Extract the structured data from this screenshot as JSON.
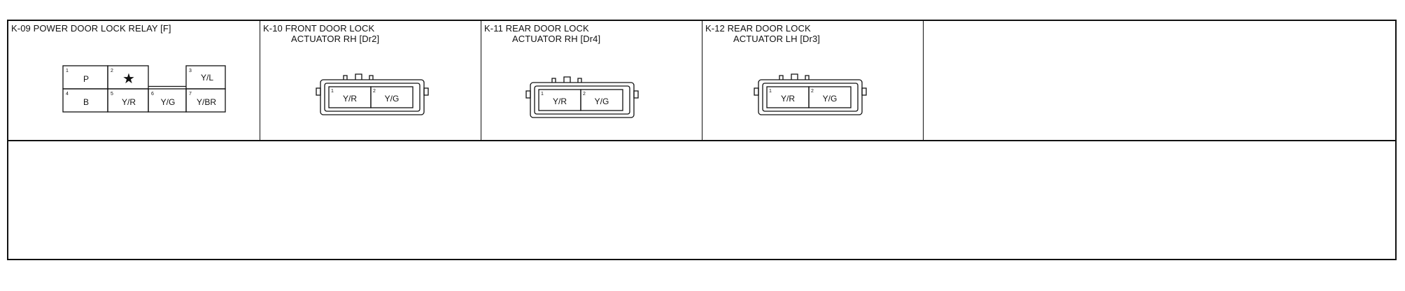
{
  "connectors": [
    {
      "id": "K-09",
      "title_line1": "K-09 POWER DOOR LOCK RELAY [F]",
      "title_line2": "",
      "top_pins": [
        {
          "num": "1",
          "label": "P"
        },
        {
          "num": "2",
          "label": "★"
        },
        {
          "num": "3",
          "label": "Y/L"
        }
      ],
      "bottom_pins": [
        {
          "num": "4",
          "label": "B"
        },
        {
          "num": "5",
          "label": "Y/R"
        },
        {
          "num": "6",
          "label": "Y/G"
        },
        {
          "num": "7",
          "label": "Y/BR"
        }
      ]
    },
    {
      "id": "K-10",
      "title_line1": "K-10 FRONT DOOR LOCK",
      "title_line2": "ACTUATOR RH [Dr2]",
      "pins": [
        {
          "num": "1",
          "label": "Y/R"
        },
        {
          "num": "2",
          "label": "Y/G"
        }
      ]
    },
    {
      "id": "K-11",
      "title_line1": "K-11 REAR DOOR LOCK",
      "title_line2": "ACTUATOR RH [Dr4]",
      "pins": [
        {
          "num": "1",
          "label": "Y/R"
        },
        {
          "num": "2",
          "label": "Y/G"
        }
      ]
    },
    {
      "id": "K-12",
      "title_line1": "K-12 REAR DOOR LOCK",
      "title_line2": "ACTUATOR LH [Dr3]",
      "pins": [
        {
          "num": "1",
          "label": "Y/R"
        },
        {
          "num": "2",
          "label": "Y/G"
        }
      ]
    }
  ]
}
